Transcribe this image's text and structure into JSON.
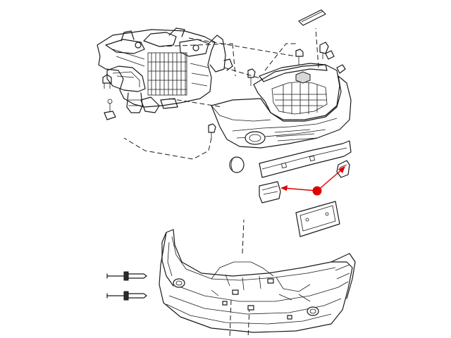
{
  "diagram": {
    "parts": [
      "engine-bay-assembly",
      "headlamp",
      "grille",
      "front-fascia",
      "bumper-reinforcement-beam",
      "license-plate-bracket",
      "fascia-bracket-left",
      "fascia-bracket-right",
      "fog-lamp-cover",
      "fascia-underside",
      "push-pin-rivet",
      "trim-molding"
    ],
    "callout_color": "#e00000",
    "line_color": "#1a1a1a"
  }
}
